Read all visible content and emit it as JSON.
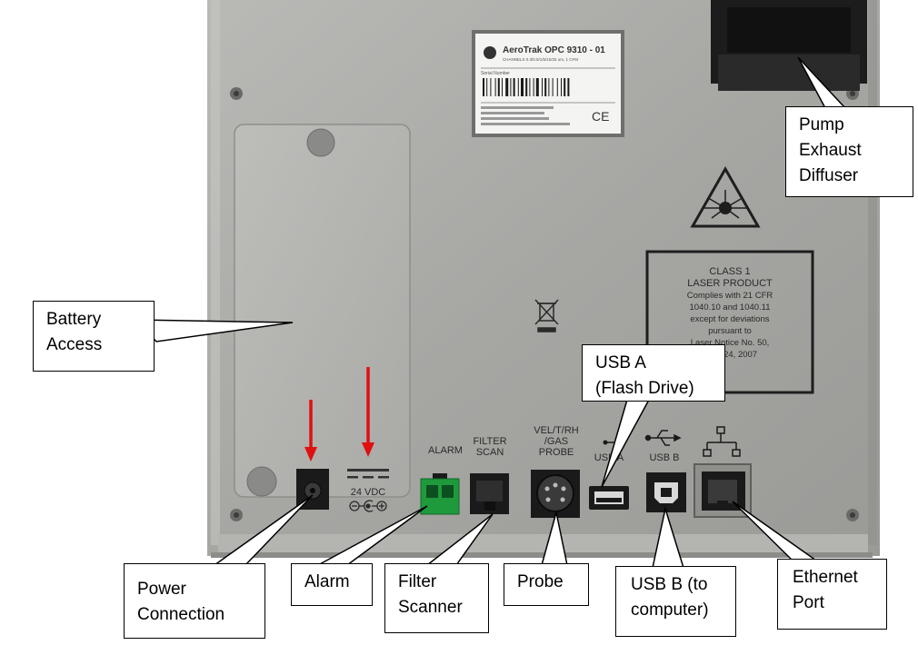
{
  "device": {
    "label_model": "AeroTrak OPC 9310 - 01",
    "label_line2": "CHANNELS 0.3/0.5/1/5/10/25 um, 1 CFM",
    "label_serial_caption": "Serial Number",
    "label_ce": "CE",
    "laser_notice": [
      "CLASS 1",
      "LASER PRODUCT",
      "Complies with 21 CFR",
      "1040.10 and 1040.11",
      "except for deviations",
      "pursuant to",
      "Laser Notice No. 50,",
      "June 24, 2007"
    ],
    "voltage_label": "24 VDC",
    "port_labels": {
      "alarm": "ALARM",
      "filter_scan": [
        "FILTER",
        "SCAN"
      ],
      "probe": [
        "VEL/T/RH",
        "/GAS",
        "PROBE"
      ],
      "usb_a": "USB A",
      "usb_b": "USB B"
    }
  },
  "callouts": {
    "battery": [
      "Battery",
      "Access"
    ],
    "pump": [
      "Pump",
      "Exhaust",
      "Diffuser"
    ],
    "usb_a": [
      "USB A",
      "(Flash Drive)"
    ],
    "power": [
      "Power",
      "Connection"
    ],
    "alarm": [
      "Alarm"
    ],
    "filter": [
      "Filter",
      "Scanner"
    ],
    "probe": [
      "Probe"
    ],
    "usb_b": [
      "USB B (to",
      "computer)"
    ],
    "ethernet": [
      "Ethernet",
      "Port"
    ]
  },
  "colors": {
    "panel": "#a9a9a6",
    "arrow": "#e01010",
    "alarm_connector": "#1e9a3c"
  }
}
